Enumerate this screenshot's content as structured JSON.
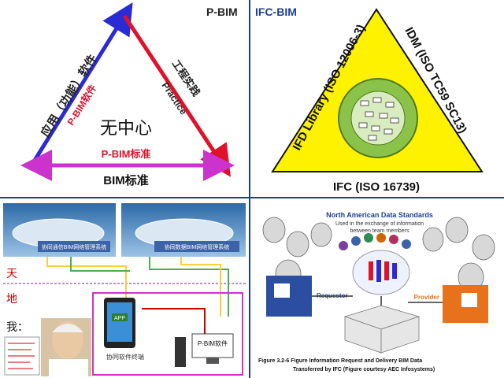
{
  "p_bim": {
    "title": "P-BIM",
    "left_edge_label": "应用（功能）软件",
    "left_inner_label": "P-BIM软件",
    "right_edge_label": "工程实践",
    "right_inner_label": "Practice",
    "center_label": "无中心",
    "bottom_inner_label": "P-BIM标准",
    "bottom_label": "BIM标准"
  },
  "ifc_bim": {
    "title": "IFC-BIM",
    "left_edge_label": "IFD Library (ISO 12006-3)",
    "right_edge_label": "IDM (ISO TC59 SC13)",
    "bottom_label": "IFC (ISO 16739)"
  },
  "sky_earth": {
    "cloud_left_label": "协同通信BIM网络管理系统",
    "cloud_right_label": "协同数据BIM网络管理系统",
    "label_sky": "天",
    "label_earth": "地",
    "label_me": "我：",
    "phone_app_label": "APP",
    "phone_caption": "协同软件终端",
    "computer_label": "P-BIM软件"
  },
  "north_american": {
    "title": "North American Data Standards",
    "subtitle_line1": "Used in the exchange of information",
    "subtitle_line2": "between team members",
    "requestor_label": "Requestor",
    "provider_label": "Provider",
    "caption_line1": "Figure 3.2-6  Figure Information Request and Delivery BIM Data",
    "caption_line2": "Transferred by IFC (Figure courtesy AEC Infosystems)"
  },
  "colors": {
    "divider": "#1c3f94",
    "blue_edge": "#2b2bd6",
    "red_edge": "#e0112b",
    "magenta_edge": "#cc33cc",
    "triangle_fill": "#fff200",
    "inner_circle": "#8bc34a"
  }
}
